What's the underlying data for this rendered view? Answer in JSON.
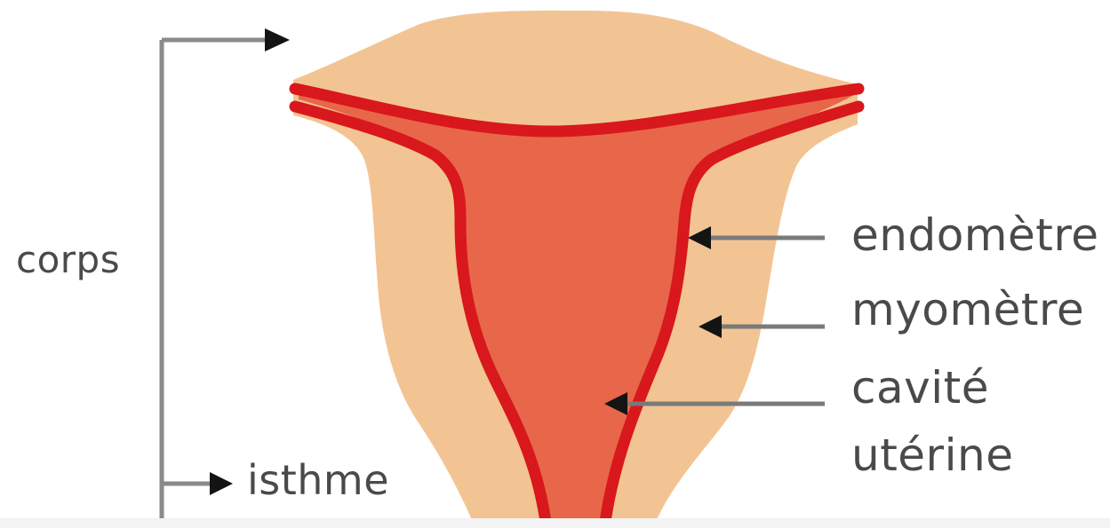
{
  "labels": {
    "corps": "corps",
    "isthme": "isthme",
    "endometre": "endomètre",
    "myometre": "myomètre",
    "cavite_line1": "cavité",
    "cavite_line2": "utérine"
  },
  "colors": {
    "myometrium": "#f3c493",
    "cavity": "#e8664a",
    "endometrium_line": "#d8181c",
    "arrow": "#141414",
    "leader_line": "#7a7a7a",
    "bracket": "#8a8a8a",
    "text": "#4a4a4a",
    "background": "#ffffff"
  }
}
